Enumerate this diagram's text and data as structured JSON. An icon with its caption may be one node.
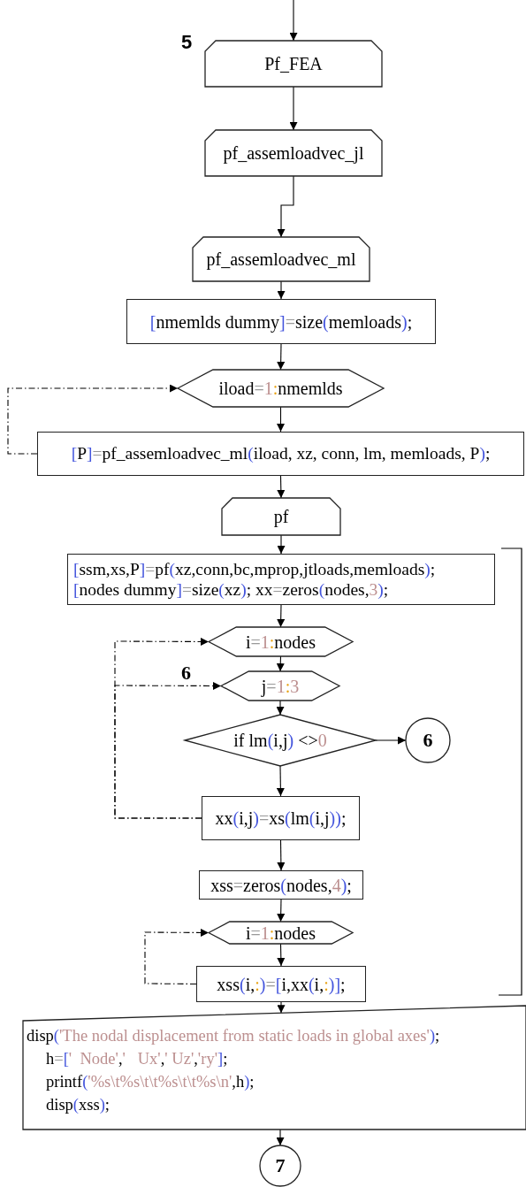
{
  "diagram": {
    "nodes": [
      {
        "text": [
          "Pf_FEA"
        ],
        "beside": [
          "5"
        ]
      },
      {
        "text": [
          "pf_assemloadvec_jl"
        ]
      },
      {
        "text": [
          "pf_assemloadvec_ml"
        ]
      },
      {
        "text": [
          "[nmemlds dummy]=size(memloads);"
        ]
      },
      {
        "text": [
          "iload=1:nmemlds"
        ]
      },
      {
        "text": [
          "[P]=pf_assemloadvec_ml(iload, xz, conn, lm, memloads, P);"
        ]
      },
      {
        "text": [
          "pf"
        ]
      },
      {
        "text": [
          "[ssm,xs,P]=pf(xz,conn,bc,mprop,jtloads,memloads);",
          "[nodes dummy]=size(xz); xx=zeros(nodes,3);"
        ]
      },
      {
        "text": [
          "i=1:nodes"
        ]
      },
      {
        "text": [
          "j=1:3"
        ],
        "beside": [
          "6"
        ]
      },
      {
        "text": [
          "if lm(i,j) <>0"
        ]
      },
      {
        "text": [
          "6"
        ]
      },
      {
        "text": [
          "xx(i,j)=xs(lm(i,j));"
        ]
      },
      {
        "text": [
          "xss=zeros(nodes,4);"
        ]
      },
      {
        "text": [
          "i=1:nodes"
        ]
      },
      {
        "text": [
          "xss(i,:)=[i,xx(i,:)];"
        ]
      },
      {
        "text": [
          "disp('The nodal displacement from static loads in global axes');",
          "h=['  Node','   Ux',' Uz','ry'];",
          "printf('%s\\t%s\\t\\t%s\\t\\t%s\\n',h);",
          "disp(xss);"
        ]
      },
      {
        "text": [
          "7"
        ]
      }
    ],
    "edges": [
      {
        "from": null,
        "to": 0,
        "arrow": "to"
      },
      {
        "from": 0,
        "to": 1,
        "arrow": "to"
      },
      {
        "from": 1,
        "to": 2,
        "arrow": "to"
      },
      {
        "from": 2,
        "to": 3,
        "arrow": "to"
      },
      {
        "from": 3,
        "to": 4,
        "arrow": "to"
      },
      {
        "from": 4,
        "to": 5,
        "arrow": "to"
      },
      {
        "from": 5,
        "to": 4,
        "arrow": "to",
        "style": "dashed"
      },
      {
        "from": 5,
        "to": 6,
        "arrow": "to"
      },
      {
        "from": 6,
        "to": 7,
        "arrow": "to"
      },
      {
        "from": 7,
        "to": 8,
        "arrow": "to"
      },
      {
        "from": 8,
        "to": 9,
        "arrow": "to"
      },
      {
        "from": 9,
        "to": 10,
        "arrow": "to"
      },
      {
        "from": 10,
        "to": 11,
        "arrow": "to"
      },
      {
        "from": 10,
        "to": 12,
        "arrow": "to"
      },
      {
        "from": 12,
        "to": 8,
        "arrow": "to",
        "style": "dashed"
      },
      {
        "from": 12,
        "to": 9,
        "arrow": "to",
        "style": "dashed"
      },
      {
        "from": 12,
        "to": 13,
        "arrow": "to"
      },
      {
        "from": 13,
        "to": 14,
        "arrow": "to"
      },
      {
        "from": 14,
        "to": 15,
        "arrow": "to"
      },
      {
        "from": 15,
        "to": 14,
        "arrow": "to",
        "style": "dashed"
      },
      {
        "from": 15,
        "to": 16,
        "arrow": "to"
      },
      {
        "from": 16,
        "to": 17,
        "arrow": "to"
      }
    ]
  }
}
